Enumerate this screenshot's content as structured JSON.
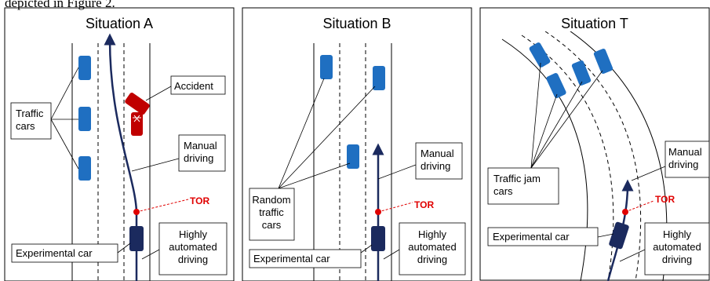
{
  "caption": "depicted in Figure 2.",
  "colors": {
    "traffic_car": "#1f6fc1",
    "accident": "#c00000",
    "experimental_car": "#1b2a5e",
    "trajectory": "#1b2a5e",
    "tor": "#e00000"
  },
  "panels": {
    "a": {
      "title": "Situation A",
      "traffic_cars": "Traffic\ncars",
      "accident": "Accident",
      "manual_driving": "Manual\ndriving",
      "tor": "TOR",
      "experimental_car": "Experimental car",
      "highly_automated": "Highly\nautomated\ndriving"
    },
    "b": {
      "title": "Situation B",
      "random_traffic": "Random\ntraffic\ncars",
      "manual_driving": "Manual\ndriving",
      "tor": "TOR",
      "experimental_car": "Experimental car",
      "highly_automated": "Highly\nautomated\ndriving"
    },
    "t": {
      "title": "Situation T",
      "traffic_jam": "Traffic jam\ncars",
      "manual_driving": "Manual\ndriving",
      "tor": "TOR",
      "experimental_car": "Experimental car",
      "highly_automated": "Highly\nautomated\ndriving"
    }
  }
}
